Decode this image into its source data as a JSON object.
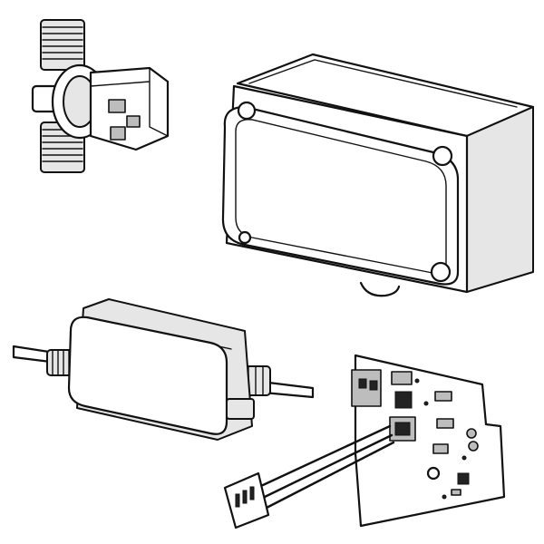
{
  "figure": {
    "components": [
      "solenoid-valve",
      "enclosure-box",
      "power-supply",
      "circuit-board"
    ]
  },
  "colors": {
    "line": "#111111",
    "fill": "#ffffff",
    "shade": "#e6e6e6"
  }
}
